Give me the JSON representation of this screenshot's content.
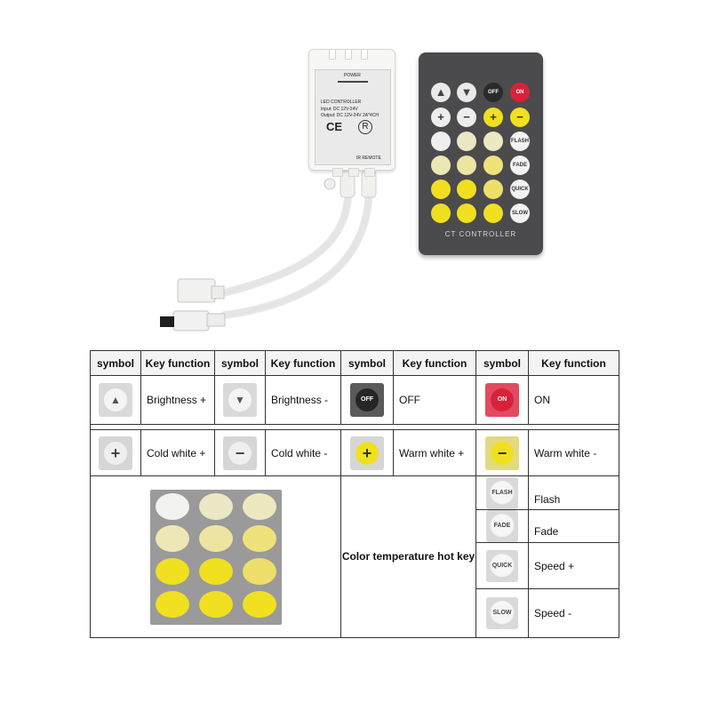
{
  "controller": {
    "power_label": "POWER",
    "title": "LED CONTROLLER",
    "input": "Input: DC 12V-24V",
    "output": "Output: DC 12V-24V 2A*4CH",
    "ce": "CE",
    "r_mark": "R",
    "ir_label": "IR REMOTE"
  },
  "remote": {
    "label": "CT CONTROLLER",
    "buttons": {
      "off": "OFF",
      "on": "ON",
      "flash": "FLASH",
      "fade": "FADE",
      "quick": "QUICK",
      "slow": "SLOW",
      "plus": "+",
      "minus": "−"
    }
  },
  "table": {
    "headers": [
      "symbol",
      "Key function",
      "symbol",
      "Key function",
      "symbol",
      "Key function",
      "symbol",
      "Key function"
    ],
    "row1": [
      "Brightness +",
      "Brightness -",
      "OFF",
      "ON"
    ],
    "row2": [
      "Cold  white +",
      "Cold white -",
      "Warm white +",
      "Warm white -"
    ],
    "hotkey_label": "Color temperature hot key",
    "side_rows": [
      {
        "icon": "FLASH",
        "label": "Flash"
      },
      {
        "icon": "FADE",
        "label": "Fade"
      },
      {
        "icon": "QUICK",
        "label": "Speed +"
      },
      {
        "icon": "SLOW",
        "label": "Speed -"
      }
    ]
  },
  "icon_text": {
    "off": "OFF",
    "on": "ON",
    "plus": "+",
    "minus": "−"
  },
  "colors": {
    "cold_white": "#f2f2f0",
    "mid_white": "#ede7b5",
    "warm_yellow": "#f0e020",
    "on_red": "#d8223a",
    "remote_body": "#4b4b4d"
  }
}
